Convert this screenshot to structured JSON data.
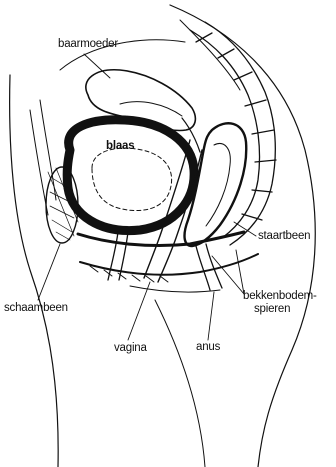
{
  "labels": {
    "baarmoeder": "baarmoeder",
    "blaas": "blaas",
    "staartbeen": "staartbeen",
    "bekkenbodem_line1": "bekkenbodem-",
    "bekkenbodem_line2": "spieren",
    "schaambeen": "schaambeen",
    "vagina": "vagina",
    "anus": "anus"
  },
  "colors": {
    "ink": "#111111",
    "background": "#ffffff"
  }
}
